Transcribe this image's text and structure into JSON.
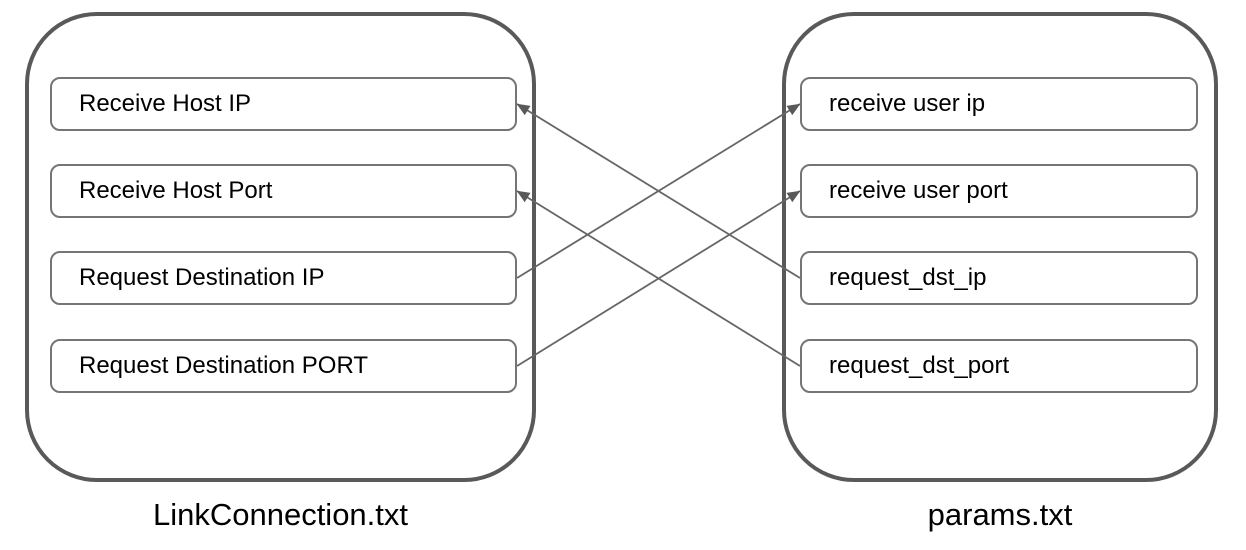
{
  "diagram": {
    "left_group": {
      "title": "LinkConnection.txt",
      "items": [
        {
          "label": "Receive Host IP"
        },
        {
          "label": "Receive Host Port"
        },
        {
          "label": "Request Destination IP"
        },
        {
          "label": "Request Destination PORT"
        }
      ]
    },
    "right_group": {
      "title": "params.txt",
      "items": [
        {
          "label": "receive user ip"
        },
        {
          "label": "receive user port"
        },
        {
          "label": "request_dst_ip"
        },
        {
          "label": "request_dst_port"
        }
      ]
    },
    "connections": [
      {
        "from_group": "left",
        "from_index": 2,
        "to_group": "right",
        "to_index": 0,
        "from_label": "Request Destination IP",
        "to_label": "receive user ip"
      },
      {
        "from_group": "left",
        "from_index": 3,
        "to_group": "right",
        "to_index": 1,
        "from_label": "Request Destination PORT",
        "to_label": "receive user port"
      },
      {
        "from_group": "right",
        "from_index": 2,
        "to_group": "left",
        "to_index": 0,
        "from_label": "request_dst_ip",
        "to_label": "Receive Host IP"
      },
      {
        "from_group": "right",
        "from_index": 3,
        "to_group": "left",
        "to_index": 1,
        "from_label": "request_dst_port",
        "to_label": "Receive Host Port"
      }
    ],
    "colors": {
      "container_border": "#595959",
      "box_border": "#757575",
      "connector": "#666666",
      "arrowhead": "#595959",
      "text": "#000000",
      "background": "#ffffff"
    }
  }
}
